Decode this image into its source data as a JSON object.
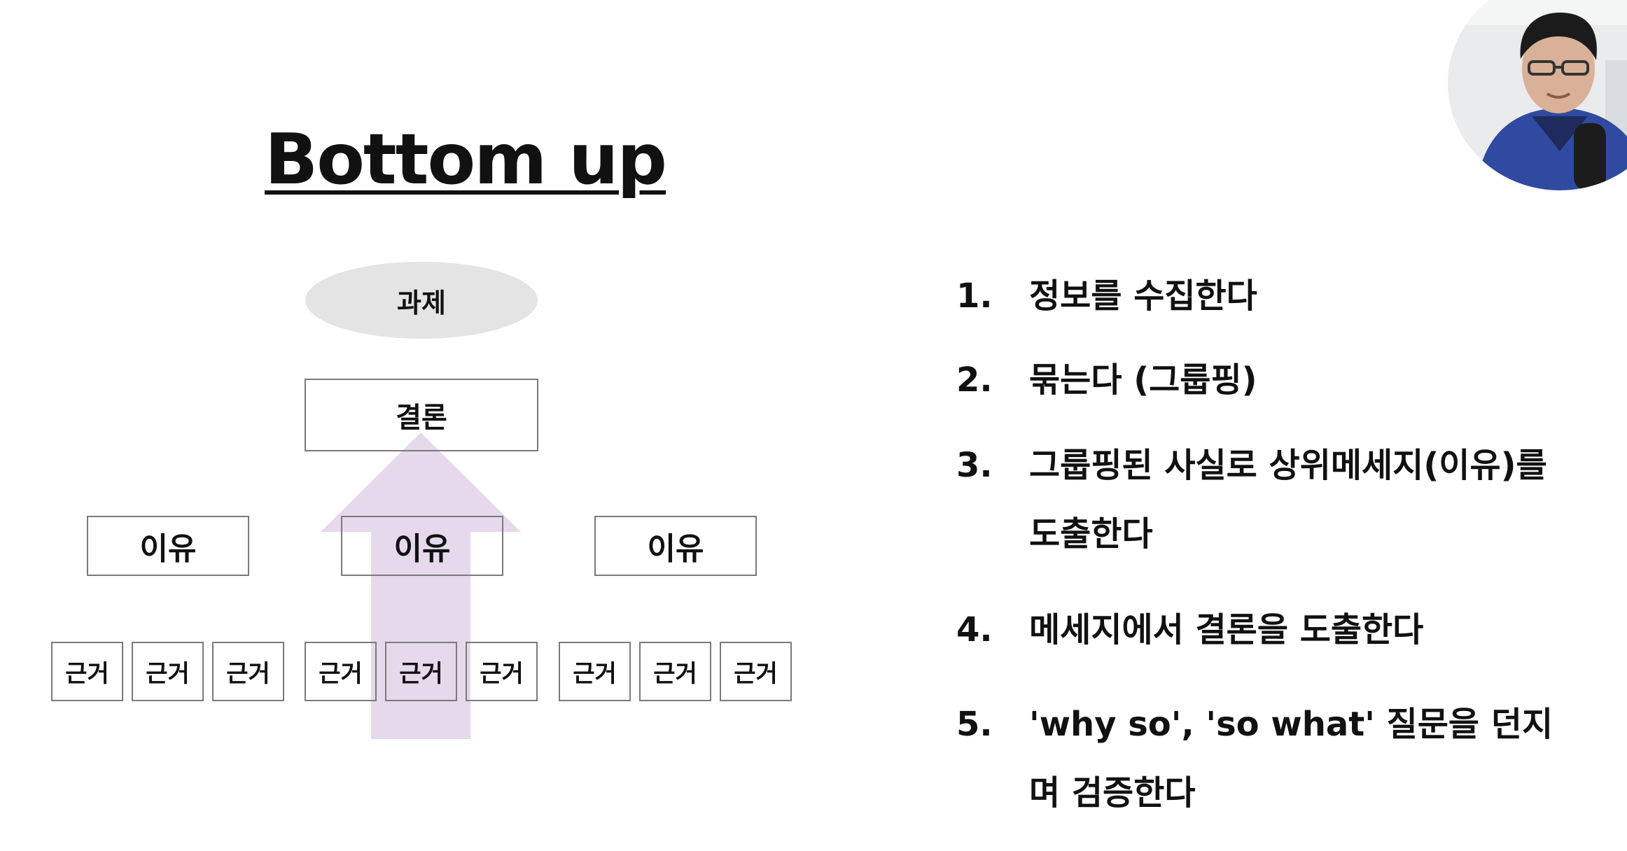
{
  "title": "Bottom up",
  "diagram": {
    "top_node": "과제",
    "conclusion": "결론",
    "reasons": [
      "이유",
      "이유",
      "이유"
    ],
    "evidence": [
      "근거",
      "근거",
      "근거",
      "근거",
      "근거",
      "근거",
      "근거",
      "근거",
      "근거"
    ],
    "arrow_color": "#e6d9ec",
    "ellipse_color": "#e4e4e4",
    "box_border_color": "#7a7a7a"
  },
  "steps": [
    {
      "num": "1.",
      "text": "정보를 수집한다"
    },
    {
      "num": "2.",
      "text": "묶는다 (그룹핑)"
    },
    {
      "num": "3.",
      "text": "그룹핑된 사실로 상위메세지(이유)를 도출한다"
    },
    {
      "num": "4.",
      "text": "메세지에서 결론을 도출한다"
    },
    {
      "num": "5.",
      "text": "'why so', 'so what' 질문을 던지며 검증한다"
    }
  ]
}
